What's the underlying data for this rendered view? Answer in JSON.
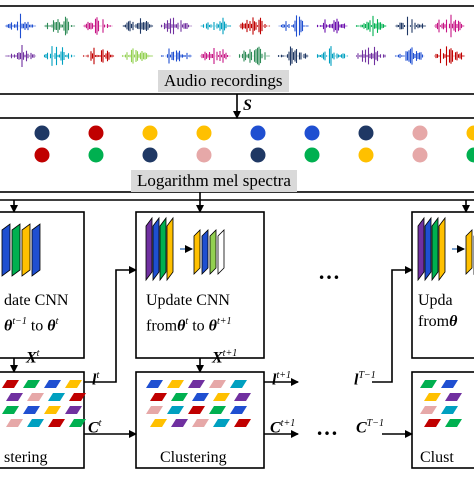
{
  "labels": {
    "audio": "Audio recordings",
    "spectra": "Logarithm mel spectra",
    "s_var": "S",
    "ellipsis_top": "…",
    "ellipsis_mid": "…"
  },
  "blocks": [
    {
      "update_line1": "date CNN",
      "update_line2_pre": "",
      "update_line2_mid": "to",
      "theta_from_sup": "t−1",
      "theta_to_sup": "t",
      "x_sup": "t",
      "l_sup": "t",
      "c_sup": "t",
      "clustering": "stering"
    },
    {
      "update_line1": "Update CNN",
      "update_line2_pre": "from",
      "update_line2_mid": "to",
      "theta_from_sup": "t",
      "theta_to_sup": "t+1",
      "x_sup": "t+1",
      "l_sup": "t+1",
      "c_sup": "t+1",
      "clustering": "Clustering"
    },
    {
      "update_line1": "Upda",
      "update_line2_pre": "from",
      "theta_from_sup": "",
      "l_sup": "T−1",
      "c_sup": "T−1",
      "clustering": "Clust"
    }
  ],
  "symbols": {
    "theta": "θ",
    "X": "X",
    "l": "l",
    "C": "C"
  },
  "colors": {
    "navy": "#1f3864",
    "red": "#c00000",
    "gold": "#ffc000",
    "green": "#00b050",
    "pink": "#e6a8a8",
    "purple": "#7030a0",
    "blue": "#1f4fd1",
    "teal": "#1f6f8b",
    "lime": "#92d050",
    "label_bg": "#d9d9d9"
  },
  "waveform_colors_row1": [
    "#1f4fd1",
    "#2e8b57",
    "#c71585",
    "#1f3864",
    "#7030a0",
    "#00a0c0",
    "#c00000",
    "#1f4fd1",
    "#6a0dad",
    "#00b050",
    "#1f3864",
    "#c71585"
  ],
  "waveform_colors_row2": [
    "#7030a0",
    "#00a0c0",
    "#c00000",
    "#92d050",
    "#1f4fd1",
    "#c71585",
    "#2e8b57",
    "#1f3864",
    "#00a0c0",
    "#7030a0",
    "#1f4fd1",
    "#c00000"
  ],
  "dot_colors_row1": [
    "#1f3864",
    "#c00000",
    "#ffc000",
    "#ffc000",
    "#1f4fd1",
    "#1f4fd1",
    "#1f3864",
    "#e6a8a8",
    "#ffc000",
    "#1f3864"
  ],
  "dot_colors_row2": [
    "#c00000",
    "#00b050",
    "#1f3864",
    "#e6a8a8",
    "#1f3864",
    "#00b050",
    "#ffc000",
    "#e6a8a8",
    "#00b050",
    "#c00000"
  ],
  "cnn_colors": [
    "#7030a0",
    "#1f4fd1",
    "#00b050",
    "#ffc000",
    "#1f4fd1",
    "#92d050",
    "#ffffff"
  ],
  "cluster_colors": [
    "#c00000",
    "#00b050",
    "#1f4fd1",
    "#ffc000",
    "#7030a0",
    "#e6a8a8",
    "#00a0c0"
  ]
}
